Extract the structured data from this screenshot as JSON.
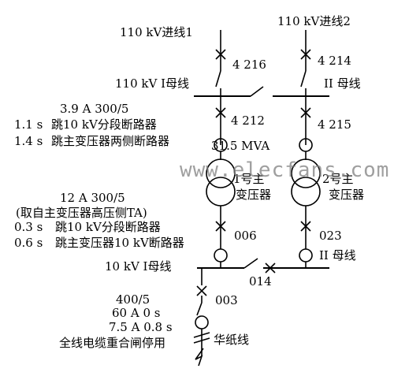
{
  "incoming": {
    "line1": "110  kV进线1",
    "line2": "110 kV进线2"
  },
  "breakers": {
    "b4216": "4 216",
    "b4214": "4 214",
    "b4212": "4 212",
    "b4215": "4 215",
    "b006": "006",
    "b023": "023",
    "b014": "014",
    "b003": "003"
  },
  "buses": {
    "hv_bus1": "110 kV I母线",
    "hv_bus2": "II 母线",
    "lv_bus1": "10 kV I母线",
    "lv_bus2": "II 母线"
  },
  "hv_protection": {
    "ct": "3.9 A  300/5",
    "t1": "1.1 s",
    "a1": "跳10 kV分段断路器",
    "t2": "1.4 s",
    "a2": "跳主变压器两侧断路器"
  },
  "transformer": {
    "rating": "31.5 MVA",
    "t1_line1": "1号主",
    "t1_line2": "变压器",
    "t2_line1": "2号主",
    "t2_line2": "变压器"
  },
  "lv_protection": {
    "ct": "12 A 300/5",
    "source": "(取自主变压器高压侧TA)",
    "t1": "0.3 s",
    "a1": "跳10 kV分段断路器",
    "t2": "0.6 s",
    "a2": "跳主变压器10 kV断路器"
  },
  "feeder": {
    "ct": "400/5",
    "s1": "60 A 0 s",
    "s2": "7.5 A 0.8 s",
    "note": "全线电缆重合闸停用",
    "name": "华纸线"
  },
  "watermark": "www.elecfans.com"
}
